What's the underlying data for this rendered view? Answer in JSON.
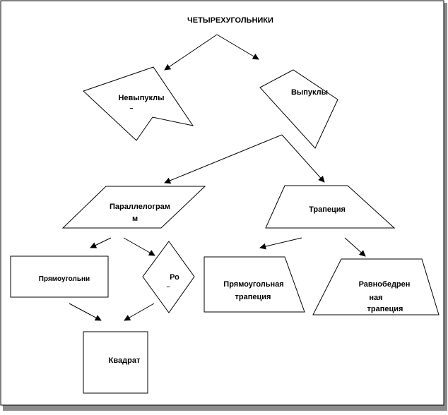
{
  "diagram": {
    "title": "ЧЕТЫРЕХУГОЛЬНИКИ",
    "nonconvex": {
      "label": "Невыпуклы",
      "mark": "–"
    },
    "convex": {
      "label": "Выпуклы"
    },
    "parallelogram": {
      "line1": "Параллелограм",
      "line2": "м"
    },
    "trapezoid": {
      "label": "Трапеция"
    },
    "rectangle": {
      "label": "Прямоугольни"
    },
    "rhombus": {
      "label": "Ро",
      "mark": "–"
    },
    "right_trapezoid": {
      "line1": "Прямоугольная",
      "line2": "трапеция"
    },
    "isosceles_trapezoid": {
      "line1": "Равнобедрен",
      "line2": "ная",
      "line3": "трапеция"
    },
    "square": {
      "label": "Квадрат"
    }
  }
}
